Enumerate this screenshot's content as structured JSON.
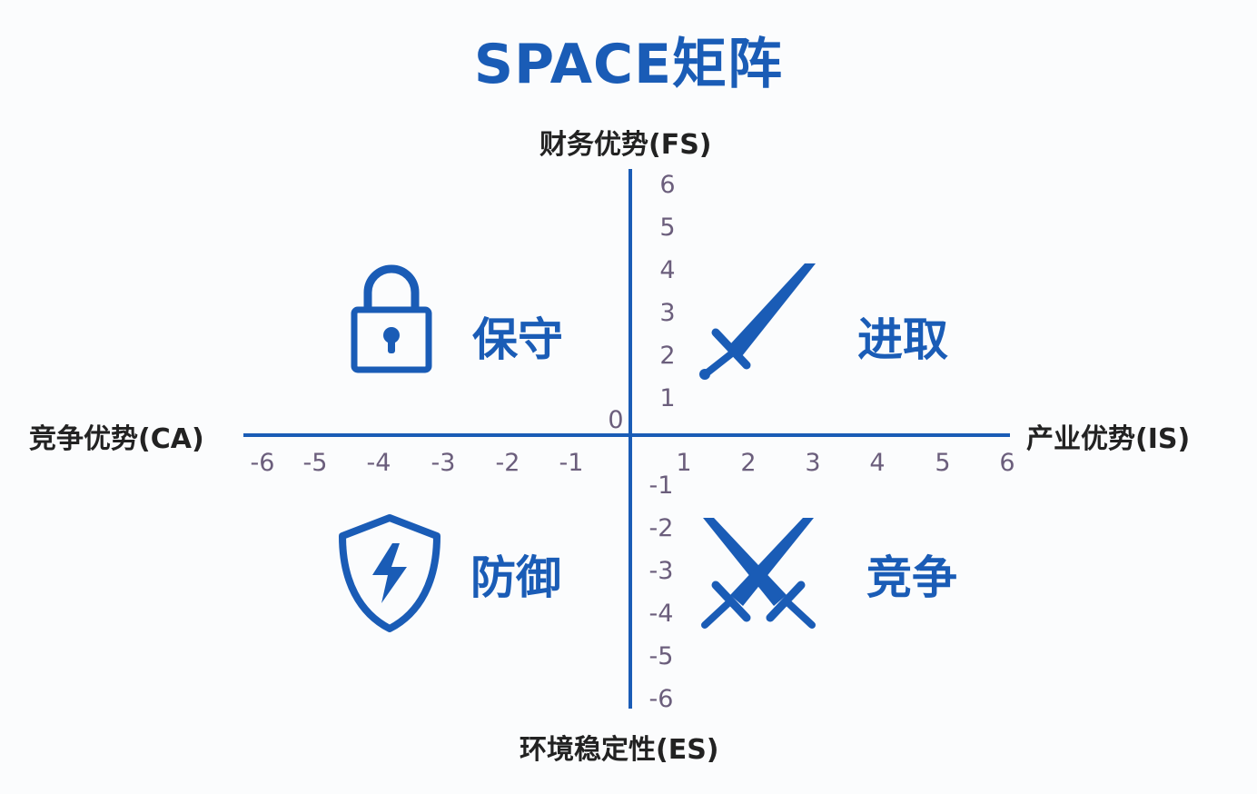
{
  "title": "SPACE矩阵",
  "axes": {
    "top": "财务优势(FS)",
    "bottom": "环境稳定性(ES)",
    "left": "竞争优势(CA)",
    "right": "产业优势(IS)"
  },
  "origin_label": "0",
  "x_ticks": [
    "-6",
    "-5",
    "-4",
    "-3",
    "-2",
    "-1",
    "1",
    "2",
    "3",
    "4",
    "5",
    "6"
  ],
  "y_ticks_positive": [
    "6",
    "5",
    "4",
    "3",
    "2",
    "1"
  ],
  "y_ticks_negative": [
    "-1",
    "-2",
    "-3",
    "-4",
    "-5",
    "-6"
  ],
  "quadrants": {
    "top_left": {
      "label": "保守",
      "icon": "lock-icon"
    },
    "top_right": {
      "label": "进取",
      "icon": "sword-icon"
    },
    "bottom_left": {
      "label": "防御",
      "icon": "shield-bolt-icon"
    },
    "bottom_right": {
      "label": "竞争",
      "icon": "crossed-swords-icon"
    }
  },
  "colors": {
    "accent": "#1a5cb6",
    "tick": "#6b5e7c",
    "text": "#222222"
  }
}
